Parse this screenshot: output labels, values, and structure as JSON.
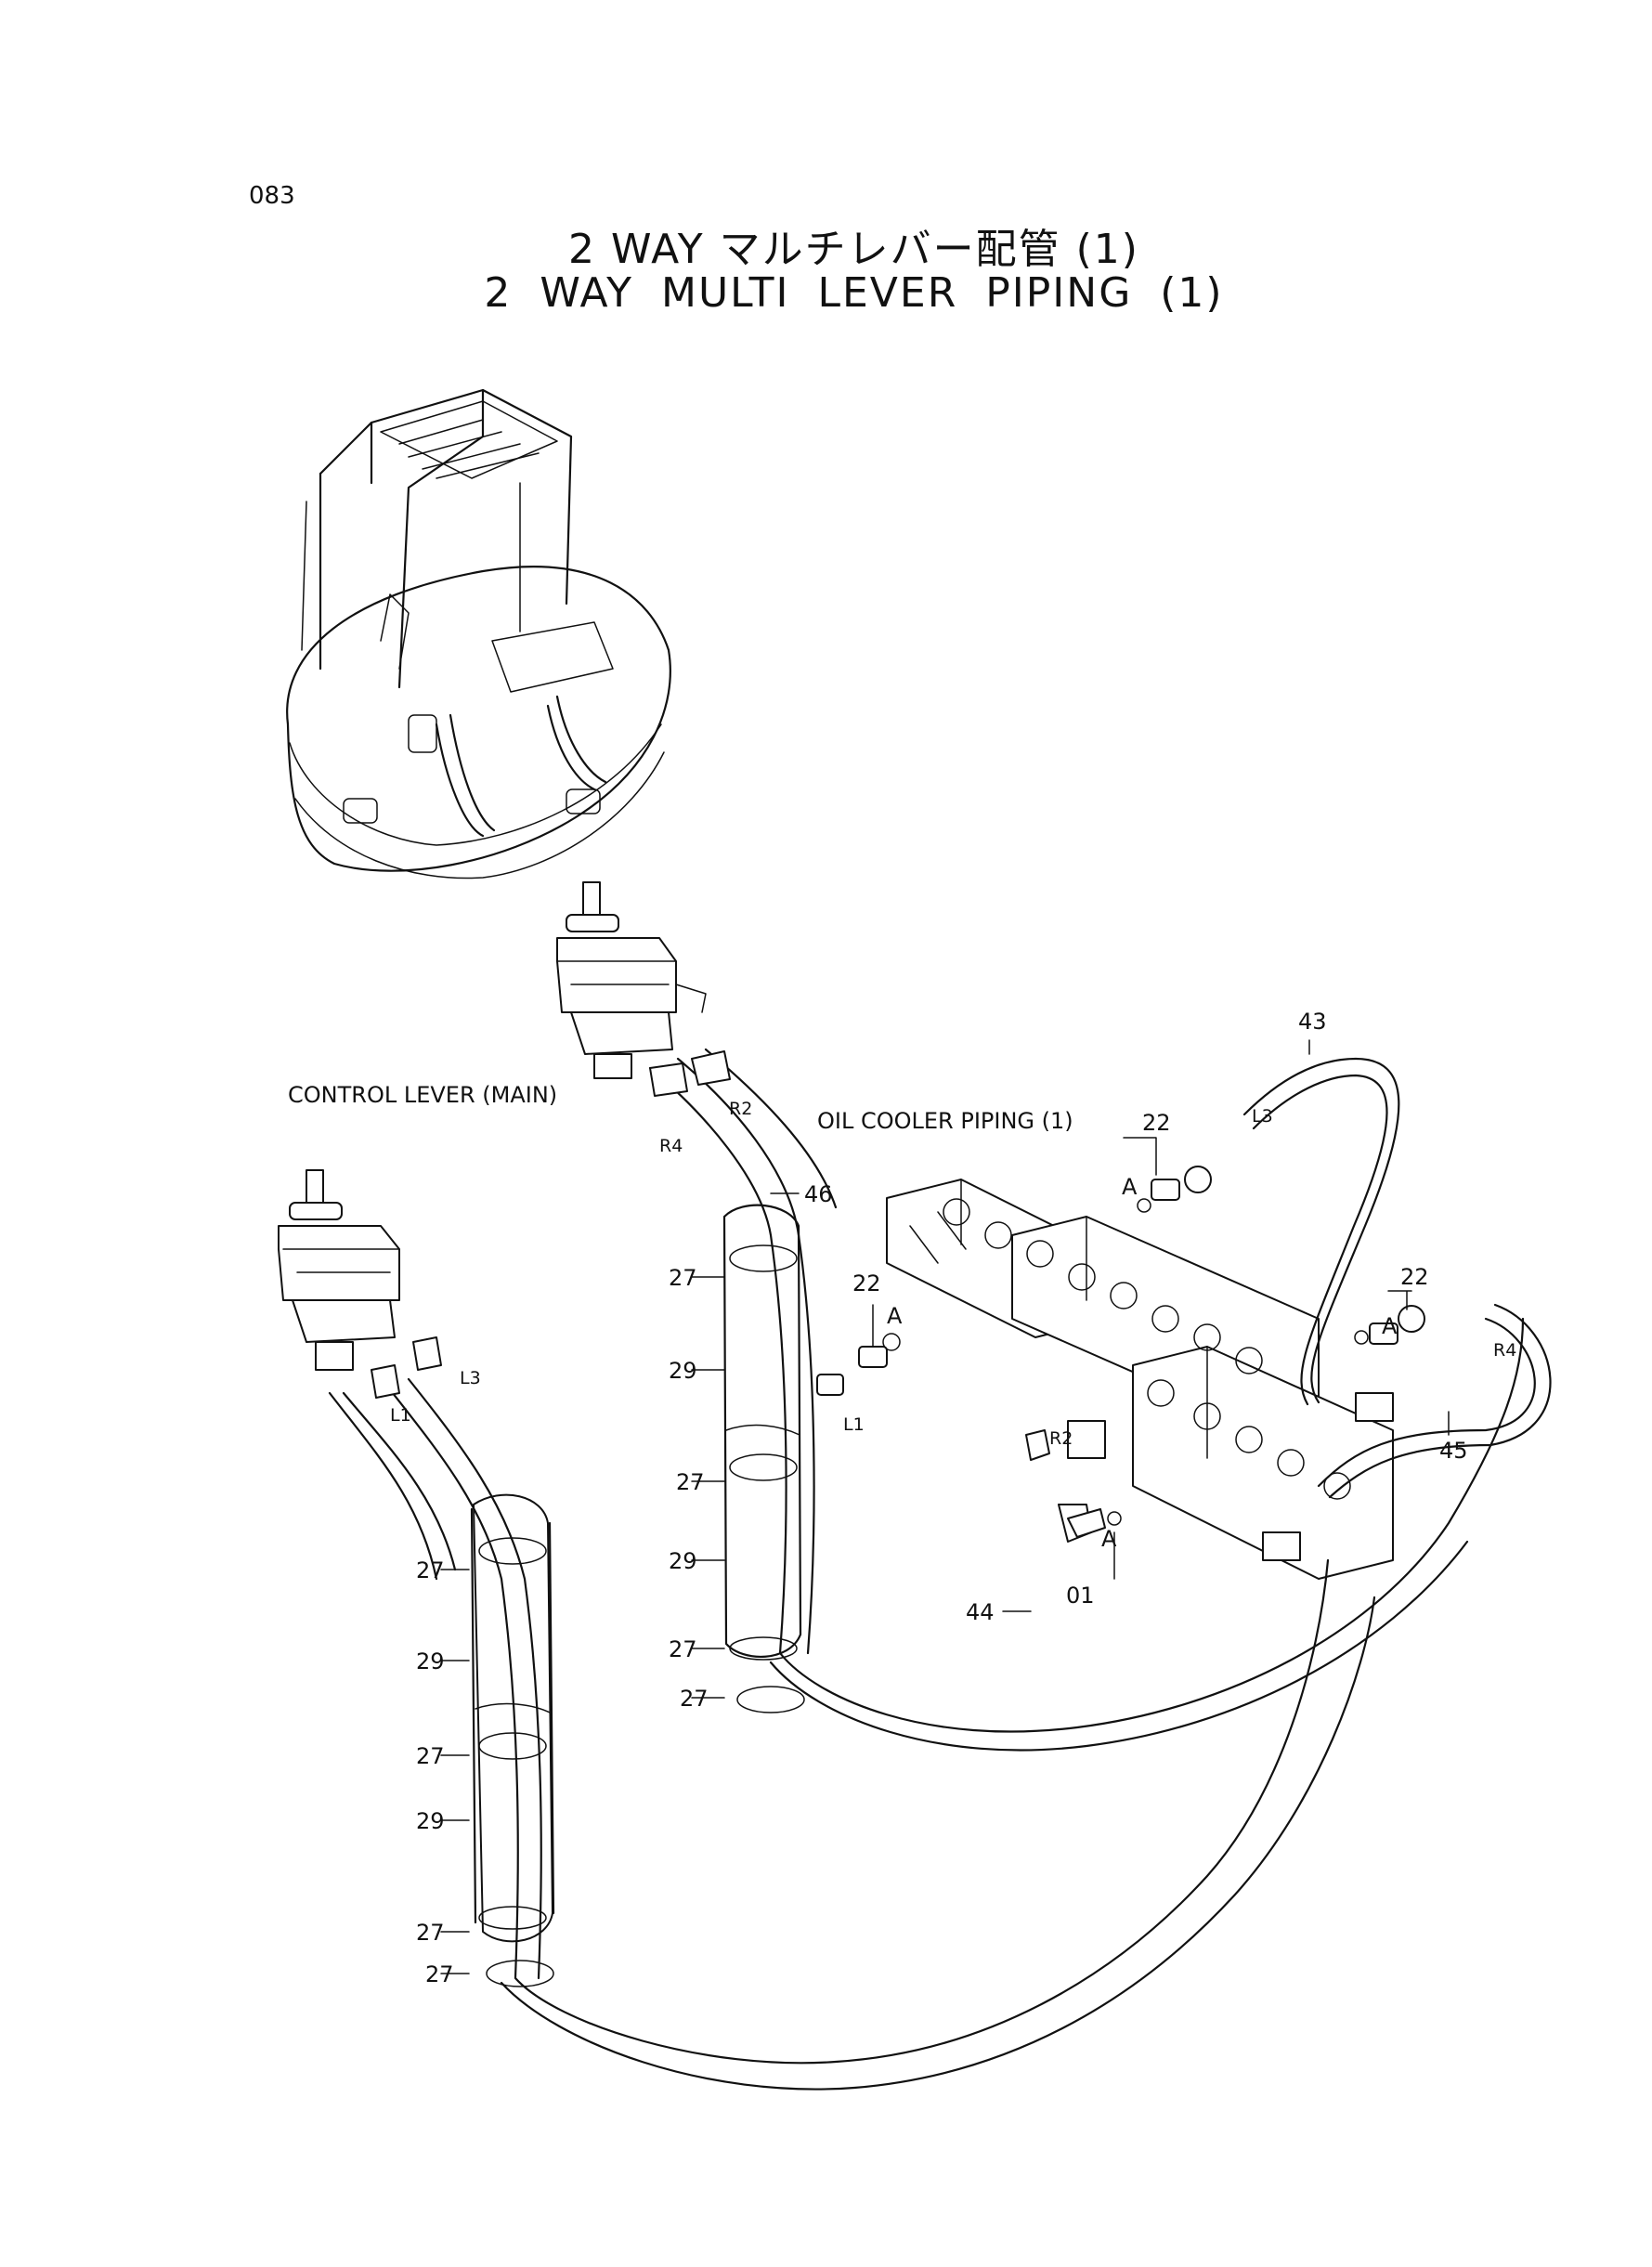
{
  "page_number": "083",
  "title_jp": "2 WAY マルチレバー配管 (1)",
  "title_en": "2 WAY MULTI LEVER PIPING (1)",
  "labels": {
    "control_lever_main": "CONTROL LEVER (MAIN)",
    "oil_cooler_piping": "OIL COOLER PIPING (1)"
  },
  "ports": {
    "r2": "R2",
    "r4": "R4",
    "l1": "L1",
    "l3": "L3",
    "a": "A"
  },
  "part_numbers": {
    "p01": "01",
    "p22": "22",
    "p27": "27",
    "p29": "29",
    "p43": "43",
    "p44": "44",
    "p45": "45",
    "p46": "46"
  }
}
